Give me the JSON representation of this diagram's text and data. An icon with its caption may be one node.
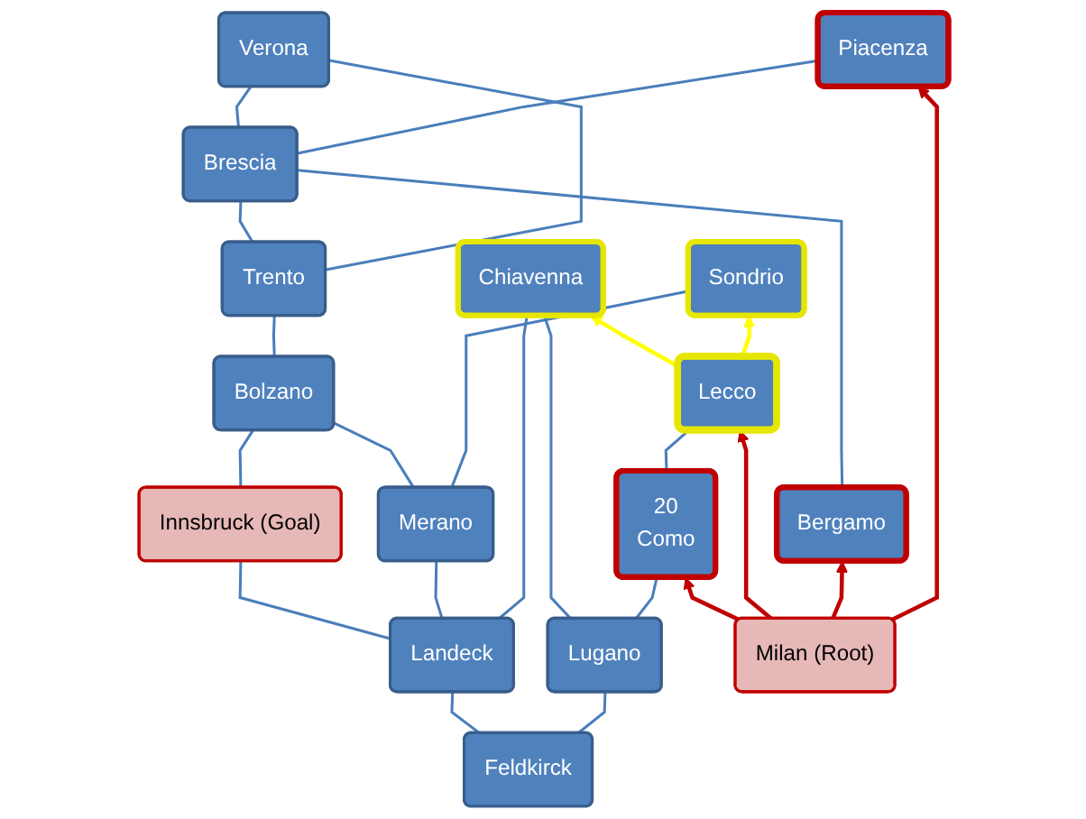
{
  "diagram": {
    "nodes": [
      {
        "text": [
          "Feldkirck"
        ]
      },
      {
        "text": [
          "Landeck"
        ]
      },
      {
        "text": [
          "Innsbruck (Goal)"
        ]
      },
      {
        "text": [
          "Merano"
        ]
      },
      {
        "text": [
          "Bolzano"
        ]
      },
      {
        "text": [
          "Chiavenna"
        ]
      },
      {
        "text": [
          "Sondrio"
        ]
      },
      {
        "text": [
          "Lugano"
        ]
      },
      {
        "text": [
          "Trento"
        ]
      },
      {
        "text": [
          "20",
          "Como"
        ]
      },
      {
        "text": [
          "Lecco"
        ]
      },
      {
        "text": [
          "Bergamo"
        ]
      },
      {
        "text": [
          "Milan (Root)"
        ]
      },
      {
        "text": [
          "Brescia"
        ]
      },
      {
        "text": [
          "Verona"
        ]
      },
      {
        "text": [
          "Piacenza"
        ]
      }
    ],
    "edges": [
      {
        "from": 0,
        "to": 1,
        "arrow": "none"
      },
      {
        "from": 0,
        "to": 7,
        "arrow": "none"
      },
      {
        "from": 1,
        "to": 2,
        "arrow": "none"
      },
      {
        "from": 1,
        "to": 3,
        "arrow": "none"
      },
      {
        "from": 1,
        "to": 5,
        "arrow": "none"
      },
      {
        "from": 2,
        "to": 4,
        "arrow": "none"
      },
      {
        "from": 3,
        "to": 4,
        "arrow": "none"
      },
      {
        "from": 3,
        "to": 6,
        "arrow": "none"
      },
      {
        "from": 7,
        "to": 5,
        "arrow": "none"
      },
      {
        "from": 7,
        "to": 9,
        "arrow": "none"
      },
      {
        "from": 9,
        "to": 10,
        "arrow": "none"
      },
      {
        "from": 10,
        "to": 5,
        "arrow": "to",
        "color": "#ffff00"
      },
      {
        "from": 10,
        "to": 6,
        "arrow": "to",
        "color": "#ffff00"
      },
      {
        "from": 4,
        "to": 8,
        "arrow": "none"
      },
      {
        "from": 8,
        "to": 13,
        "arrow": "none"
      },
      {
        "from": 8,
        "to": 14,
        "arrow": "none"
      },
      {
        "from": 12,
        "to": 9,
        "arrow": "to",
        "color": "#c00000"
      },
      {
        "from": 12,
        "to": 10,
        "arrow": "to",
        "color": "#c00000"
      },
      {
        "from": 12,
        "to": 11,
        "arrow": "to",
        "color": "#c00000"
      },
      {
        "from": 12,
        "to": 15,
        "arrow": "to",
        "color": "#c00000"
      },
      {
        "from": 11,
        "to": 13,
        "arrow": "none"
      },
      {
        "from": 13,
        "to": 14,
        "arrow": "none"
      },
      {
        "from": 13,
        "to": 15,
        "arrow": "none"
      }
    ]
  }
}
